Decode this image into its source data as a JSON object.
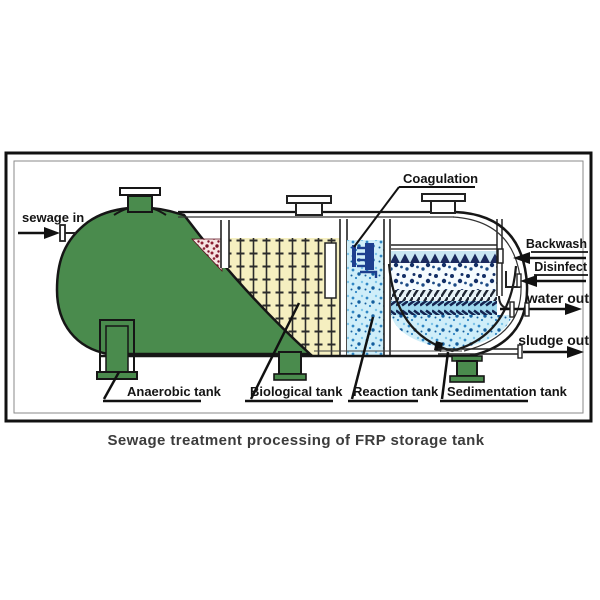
{
  "caption": "Sewage treatment processing of FRP storage tank",
  "flow_labels": {
    "sewage_in": "sewage in",
    "coagulation": "Coagulation",
    "backwash": "Backwash",
    "disinfect": "Disinfect",
    "water_out": "water out",
    "sludge_out": "sludge out"
  },
  "compartment_labels": {
    "anaerobic": "Anaerobic tank",
    "biological": "Biological tank",
    "reaction": "Reaction tank",
    "sedimentation": "Sedimentation tank"
  },
  "colors": {
    "tank_green": "#4a8b4d",
    "media_yellow": "#f5efc0",
    "water_blue": "#cfeef9",
    "navy": "#1b2a5e",
    "outline": "#161616",
    "red_speckle": "#8e2033",
    "caption_gray": "#3c3c3c"
  }
}
